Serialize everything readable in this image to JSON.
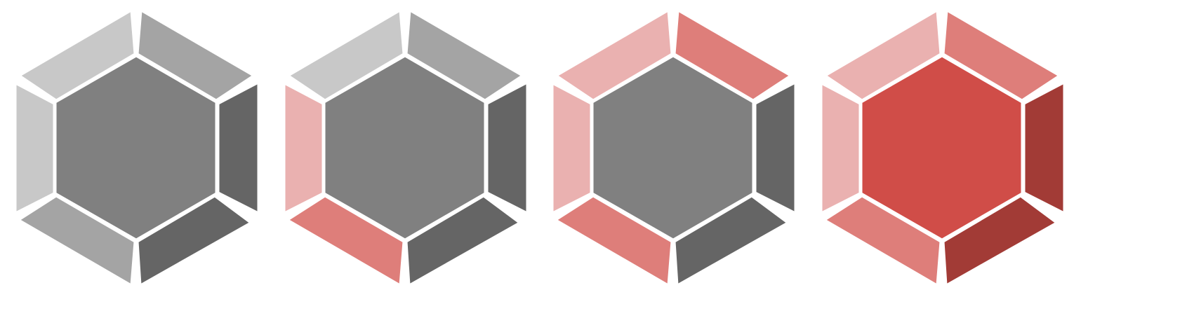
{
  "colors": {
    "gray_light": "#c8c8c8",
    "gray_mid": "#a4a4a4",
    "gray_dark": "#656565",
    "gray_center": "#808080",
    "red_light": "#eab1b0",
    "red_mid": "#de7e7a",
    "red_dark": "#a23b36",
    "red_center": "#d04d48"
  },
  "hexagons": [
    {
      "name": "hexagon-level-0",
      "center": "gray_center",
      "panels": {
        "top_left": "gray_light",
        "left": "gray_light",
        "top_right": "gray_mid",
        "bottom_left": "gray_mid",
        "right": "gray_dark",
        "bottom_right": "gray_dark"
      }
    },
    {
      "name": "hexagon-level-1",
      "center": "gray_center",
      "panels": {
        "top_left": "gray_light",
        "left": "red_light",
        "top_right": "gray_mid",
        "bottom_left": "red_mid",
        "right": "gray_dark",
        "bottom_right": "gray_dark"
      }
    },
    {
      "name": "hexagon-level-2",
      "center": "gray_center",
      "panels": {
        "top_left": "red_light",
        "left": "red_light",
        "top_right": "red_mid",
        "bottom_left": "red_mid",
        "right": "gray_dark",
        "bottom_right": "gray_dark"
      }
    },
    {
      "name": "hexagon-level-3",
      "center": "red_center",
      "panels": {
        "top_left": "red_light",
        "left": "red_light",
        "top_right": "red_mid",
        "bottom_left": "red_mid",
        "right": "red_dark",
        "bottom_right": "red_dark"
      }
    }
  ]
}
